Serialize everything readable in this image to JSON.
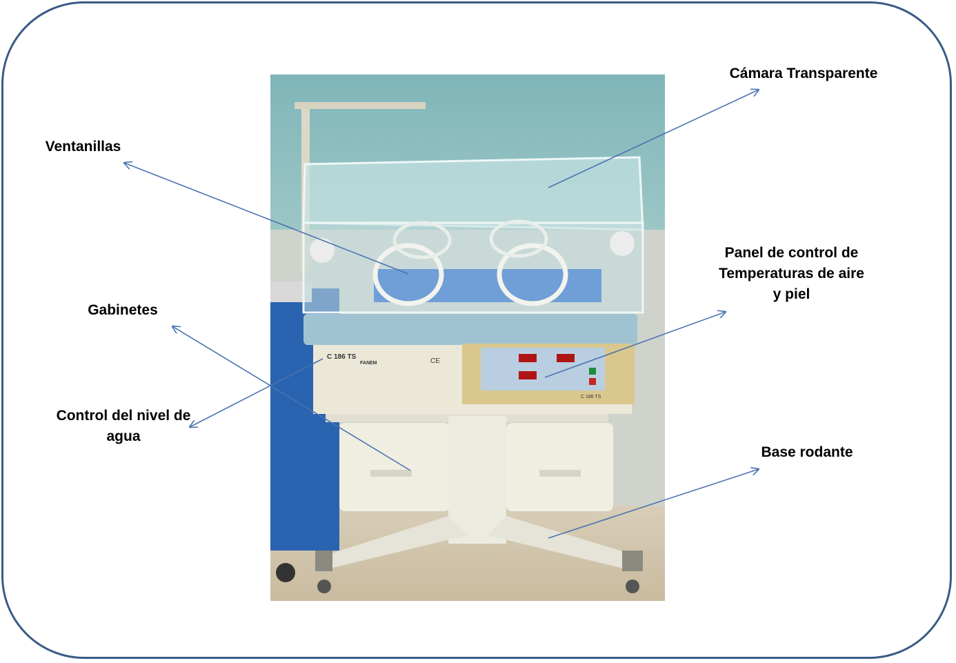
{
  "labels": {
    "camara": "Cámara Transparente",
    "ventanillas": "Ventanillas",
    "panel": [
      "Panel de control de",
      "Temperaturas de aire",
      "y piel"
    ],
    "gabinetes": "Gabinetes",
    "control_agua": [
      "Control del nivel de",
      "agua"
    ],
    "base": "Base rodante"
  },
  "device_text": {
    "model": "C 186 TS",
    "brand": "FANEM",
    "ce_mark": "CE"
  },
  "colors": {
    "frame": "#3b5a86",
    "arrow": "#4a72b0",
    "wall": "#8ebfc3",
    "body": "#ece8d8",
    "panel": "#d9c78d",
    "tray": "#9fc3d1"
  }
}
